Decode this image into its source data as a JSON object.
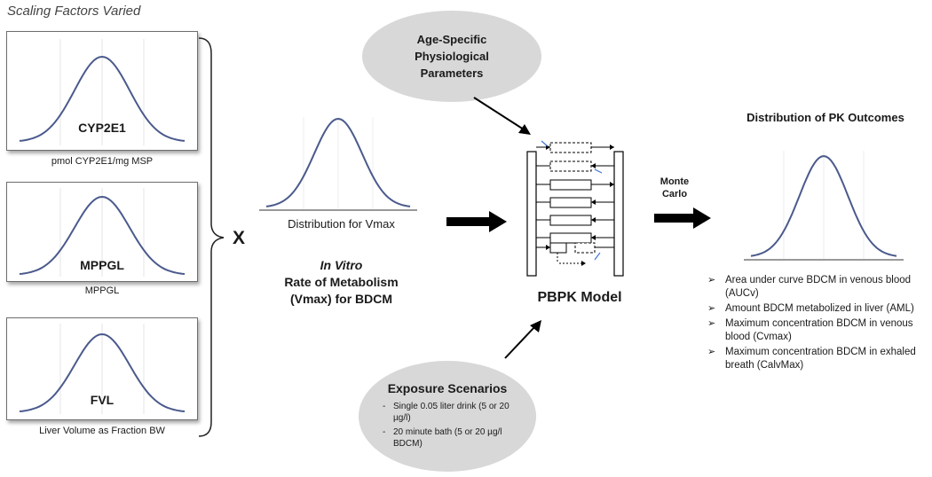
{
  "header": {
    "title": "Scaling Factors Varied"
  },
  "panels": [
    {
      "curve_label": "CYP2E1",
      "caption": "pmol CYP2E1/mg MSP"
    },
    {
      "curve_label": "MPPGL",
      "caption": "MPPGL"
    },
    {
      "curve_label": "FVL",
      "caption": "Liver Volume as Fraction BW"
    }
  ],
  "multiply_symbol": "X",
  "vmax": {
    "curve_caption": "Distribution for Vmax",
    "title_italic": "In Vitro",
    "title_line2": "Rate of Metabolism",
    "title_line3": "(Vmax) for BDCM"
  },
  "physio": {
    "line1": "Age-Specific",
    "line2": "Physiological",
    "line3": "Parameters"
  },
  "model": {
    "label": "PBPK Model"
  },
  "exposure": {
    "title": "Exposure Scenarios",
    "items": [
      "Single 0.05 liter drink (5 or 20 µg/l)",
      "20 minute bath (5 or 20 µg/l BDCM)"
    ]
  },
  "montecarlo": {
    "line1": "Monte",
    "line2": "Carlo"
  },
  "outcomes": {
    "title": "Distribution of PK Outcomes",
    "items": [
      "Area under curve BDCM in venous blood (AUCv)",
      "Amount BDCM metabolized in liver (AML)",
      "Maximum concentration BDCM in venous blood (Cvmax)",
      "Maximum concentration BDCM in exhaled breath (CalvMax)"
    ]
  },
  "colors": {
    "curve": "#4a5a8c",
    "ellipse": "#d8d8d8",
    "arrow": "#000000"
  }
}
